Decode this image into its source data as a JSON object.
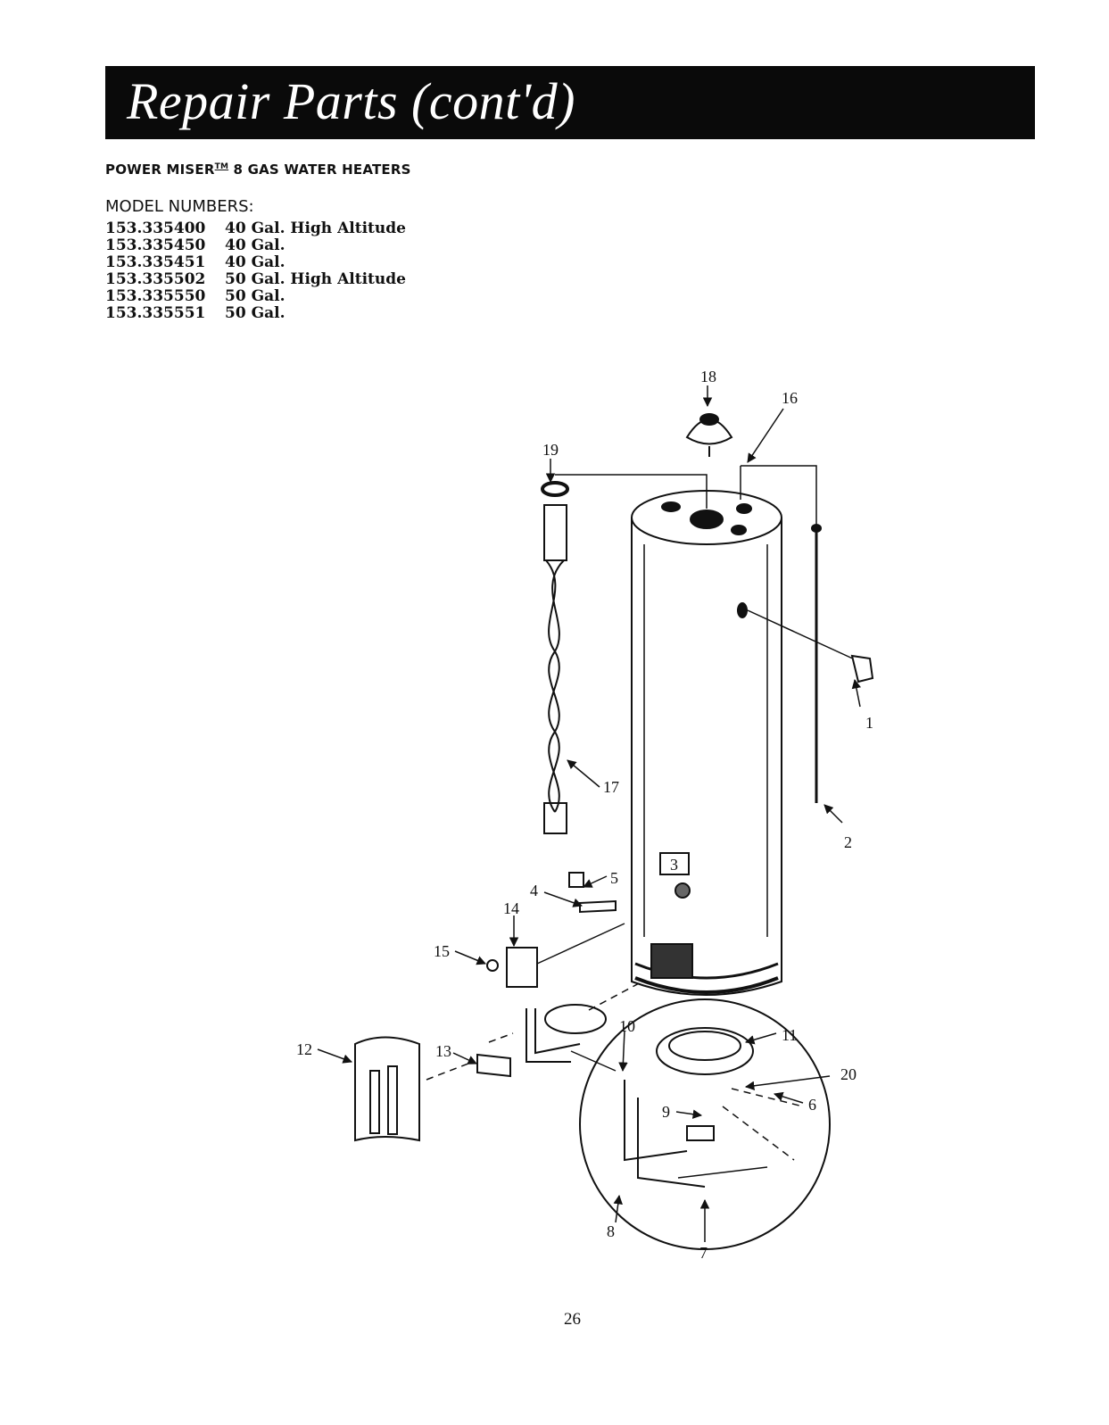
{
  "banner": {
    "title": "Repair Parts (cont'd)"
  },
  "subtitle": {
    "prefix": "POWER MISER",
    "tm": "TM",
    "suffix": " 8 GAS WATER HEATERS"
  },
  "models": {
    "heading": "MODEL NUMBERS:",
    "rows": [
      {
        "number": "153.335400",
        "description": "40 Gal. High Altitude"
      },
      {
        "number": "153.335450",
        "description": "40 Gal."
      },
      {
        "number": "153.335451",
        "description": "40 Gal."
      },
      {
        "number": "153.335502",
        "description": "50 Gal. High Altitude"
      },
      {
        "number": "153.335550",
        "description": "50 Gal."
      },
      {
        "number": "153.335551",
        "description": "50 Gal."
      }
    ]
  },
  "diagram": {
    "callouts": {
      "c1": "1",
      "c2": "2",
      "c3": "3",
      "c4": "4",
      "c5": "5",
      "c6": "6",
      "c7": "7",
      "c8": "8",
      "c9": "9",
      "c10": "10",
      "c11": "11",
      "c12": "12",
      "c13": "13",
      "c14": "14",
      "c15": "15",
      "c16": "16",
      "c17": "17",
      "c18": "18",
      "c19": "19",
      "c20": "20"
    }
  },
  "footer": {
    "page_number": "26"
  }
}
